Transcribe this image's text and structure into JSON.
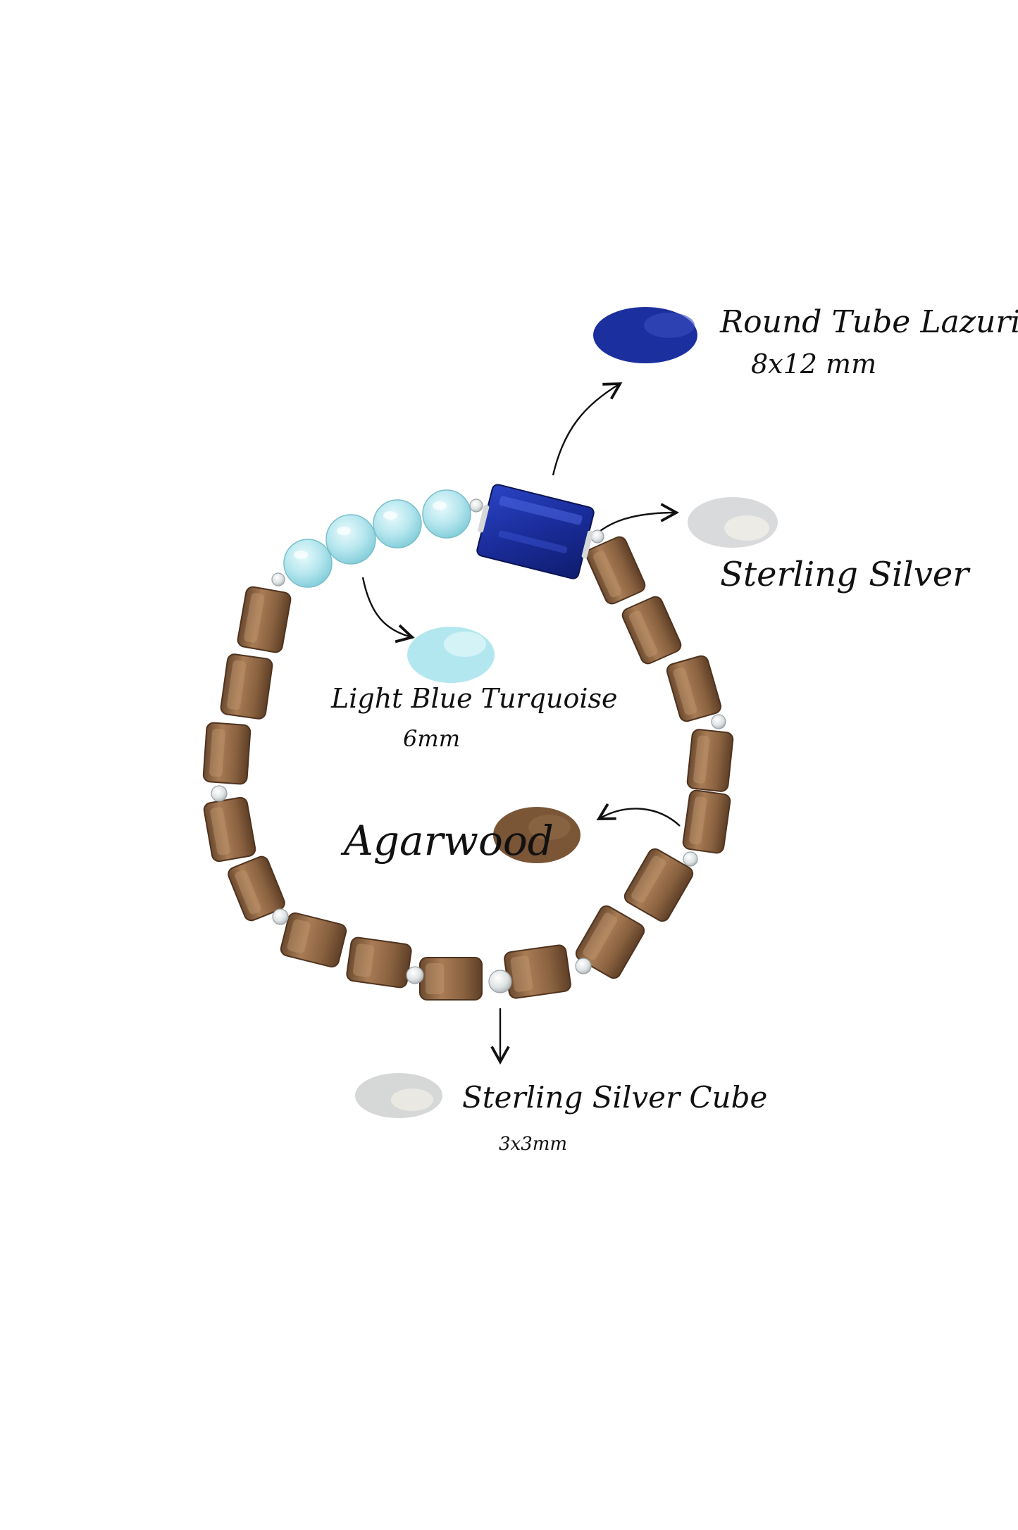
{
  "labels": {
    "lazurite": "Round Tube Lazurite",
    "lazurite_size": "8x12 mm",
    "sterling_silver": "Sterling Silver",
    "turquoise": "Light Blue Turquoise",
    "turquoise_size": "6mm",
    "agarwood": "Agarwood",
    "silver_cube": "Sterling Silver Cube",
    "silver_cube_size": "3x3mm"
  },
  "colors": {
    "lazurite": "#1b2f9e",
    "turquoise": "#aee4ec",
    "agarwood": "#7a5536",
    "silver": "#d6d8d8",
    "ink": "#111111"
  }
}
